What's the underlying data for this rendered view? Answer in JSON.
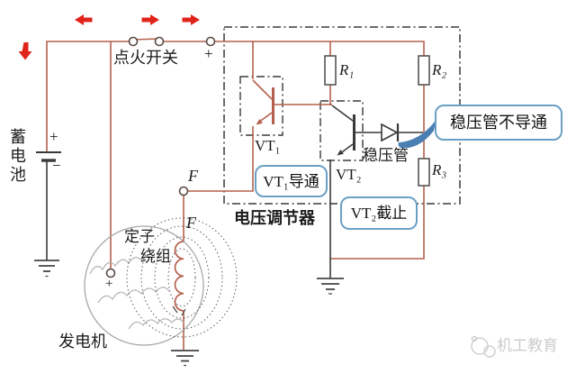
{
  "labels": {
    "battery": "蓄电池",
    "battery_plus": "+",
    "battery_minus": "−",
    "ignition_switch": "点火开关",
    "bus_plus": "+",
    "f_terminal": "F",
    "f_field": "F",
    "r1": "R₁",
    "r2": "R₂",
    "r3": "R₃",
    "vt1": "VT₁",
    "vt2": "VT₂",
    "zener": "稳压管",
    "regulator": "电压调节器",
    "stator_line1": "定子",
    "stator_line2": "绕组",
    "generator": "发电机",
    "generator_plus": "+"
  },
  "callouts": {
    "vt1_on": "VT₁导通",
    "vt2_off": "VT₂截止",
    "zener_off": "稳压管不导通"
  },
  "watermark": "机工教育",
  "icons": {
    "current_flow_arrows": [
      "down",
      "left",
      "right",
      "right"
    ]
  },
  "colors": {
    "wire_red": "#b4604d",
    "line_black": "#3a3a3a",
    "arrow_red": "#e0241b",
    "callout_border": "#6b9fc4",
    "swoosh_blue": "#4a7fb3",
    "generator_outline": "#a8a8a8",
    "flux_dotted": "#5a5a5a",
    "watermark_gray": "#cccccc"
  }
}
